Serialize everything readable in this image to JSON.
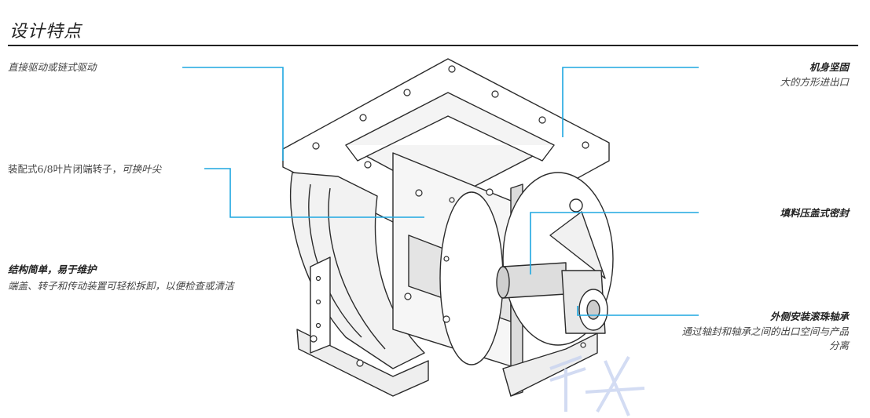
{
  "title": "设计特点",
  "callouts": {
    "drive": {
      "text": "直接驱动或链式驱动"
    },
    "rotor": {
      "text_main": "装配式6/8叶片闭端转子，",
      "text_italic": "可换叶尖"
    },
    "simple": {
      "heading": "结构简单，易于维护",
      "text": "端盖、转子和传动装置可轻松拆卸，以便检查或清洁"
    },
    "sturdy": {
      "heading": "机身坚固",
      "text": "大的方形进出口"
    },
    "gland": {
      "heading": "填料压盖式密封"
    },
    "bearing": {
      "heading": "外侧安装滚珠轴承",
      "text_line1": "通过轴封和轴承之间的出口空间与产品",
      "text_line2": "分离"
    }
  },
  "colors": {
    "leader": "#1ea7e1",
    "ink": "#2b2b2b",
    "watermark": "#c8d3f0"
  }
}
